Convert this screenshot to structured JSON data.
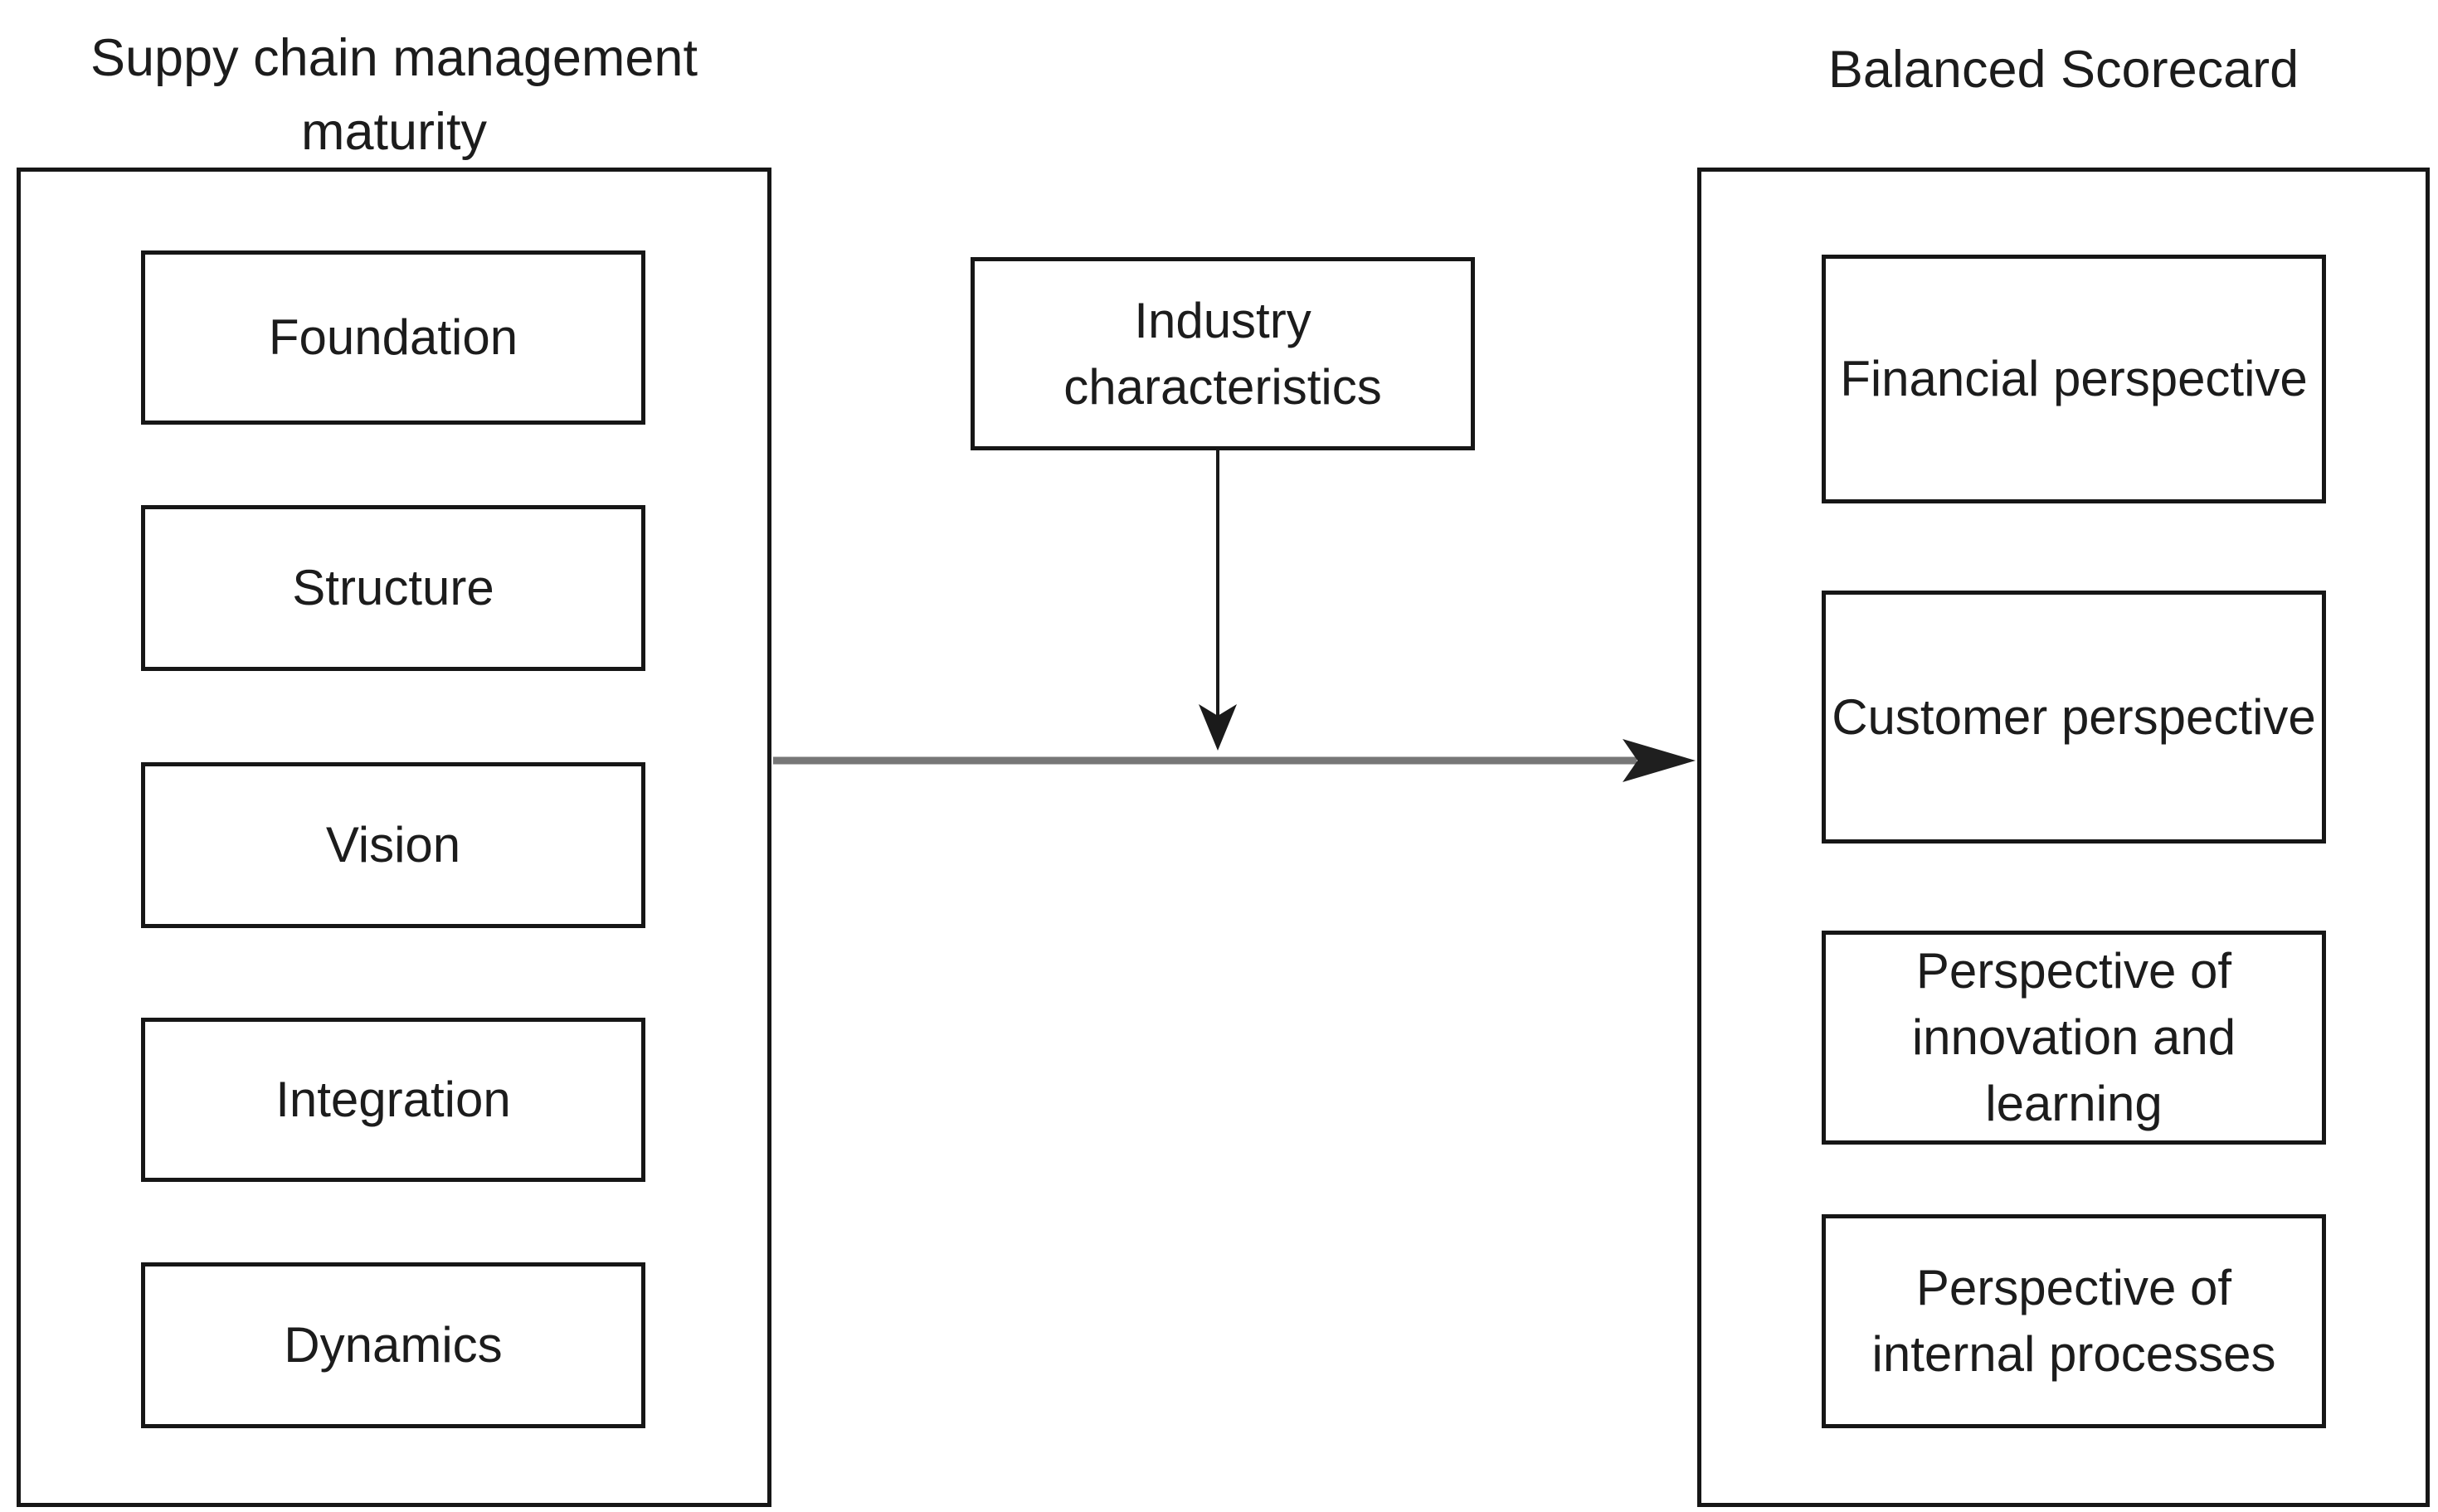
{
  "left_section": {
    "title": "Suppy chain management\nmaturity",
    "boxes": [
      "Foundation",
      "Structure",
      "Vision",
      "Integration",
      "Dynamics"
    ]
  },
  "middle": {
    "box_label": "Industry\ncharacteristics"
  },
  "right_section": {
    "title": "Balanced Scorecard",
    "boxes": [
      "Financial perspective",
      "Customer perspective",
      "Perspective of\ninnovation and\nlearning",
      "Perspective of\ninternal processes"
    ]
  },
  "colors": {
    "background": "#ffffff",
    "box_border": "#161616",
    "text": "#1c1c1c",
    "vertical_arrow": "#1a1a1a",
    "horizontal_arrow_line": "#777777",
    "arrow_head": "#1f1f1f"
  }
}
